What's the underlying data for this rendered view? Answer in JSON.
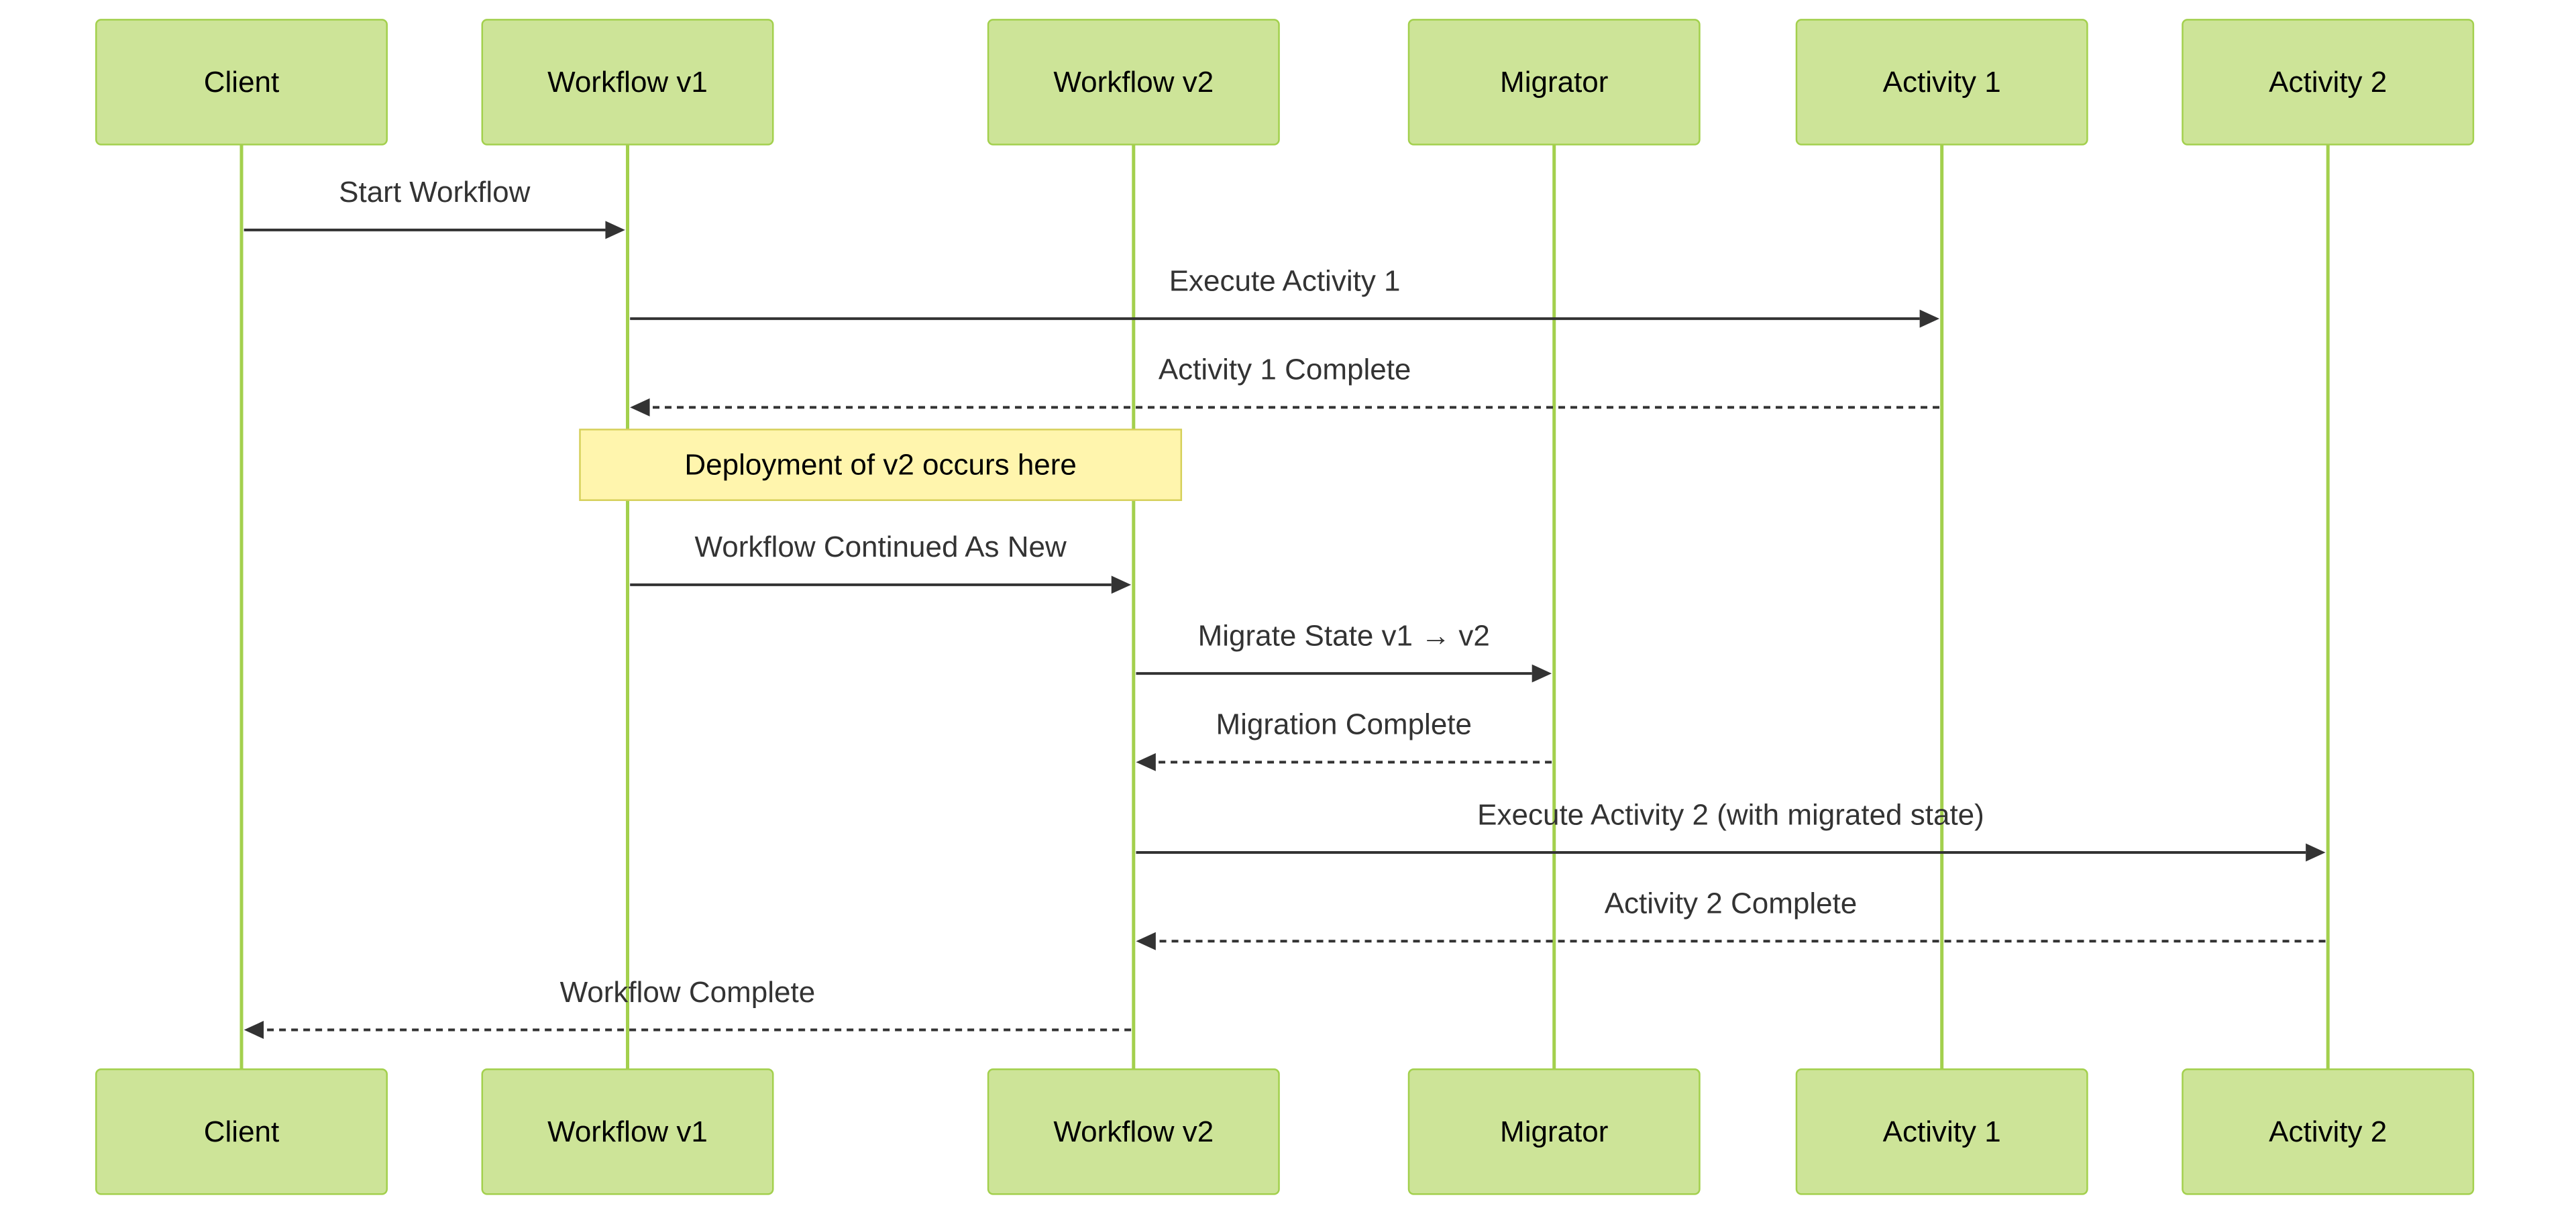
{
  "colors": {
    "actor_fill": "#cde498",
    "actor_stroke": "#a3d04d",
    "lifeline": "#a3d04d",
    "note_fill": "#fff5ad",
    "note_stroke": "#d6d05a",
    "message": "#333333"
  },
  "participants": [
    {
      "id": "client",
      "label": "Client"
    },
    {
      "id": "wf1",
      "label": "Workflow v1"
    },
    {
      "id": "wf2",
      "label": "Workflow v2"
    },
    {
      "id": "migrator",
      "label": "Migrator"
    },
    {
      "id": "act1",
      "label": "Activity 1"
    },
    {
      "id": "act2",
      "label": "Activity 2"
    }
  ],
  "steps": [
    {
      "kind": "message",
      "from": "client",
      "to": "wf1",
      "style": "solid",
      "label": "Start Workflow"
    },
    {
      "kind": "message",
      "from": "wf1",
      "to": "act1",
      "style": "solid",
      "label": "Execute Activity 1"
    },
    {
      "kind": "message",
      "from": "act1",
      "to": "wf1",
      "style": "dashed",
      "label": "Activity 1 Complete"
    },
    {
      "kind": "note",
      "over": [
        "wf1",
        "wf2"
      ],
      "label": "Deployment of v2 occurs here"
    },
    {
      "kind": "message",
      "from": "wf1",
      "to": "wf2",
      "style": "solid",
      "label": "Workflow Continued As New"
    },
    {
      "kind": "message",
      "from": "wf2",
      "to": "migrator",
      "style": "solid",
      "label": "Migrate State v1 → v2"
    },
    {
      "kind": "message",
      "from": "migrator",
      "to": "wf2",
      "style": "dashed",
      "label": "Migration Complete"
    },
    {
      "kind": "message",
      "from": "wf2",
      "to": "act2",
      "style": "solid",
      "label": "Execute Activity 2 (with migrated state)"
    },
    {
      "kind": "message",
      "from": "act2",
      "to": "wf2",
      "style": "dashed",
      "label": "Activity 2 Complete"
    },
    {
      "kind": "message",
      "from": "wf2",
      "to": "client",
      "style": "dashed",
      "label": "Workflow Complete"
    }
  ]
}
